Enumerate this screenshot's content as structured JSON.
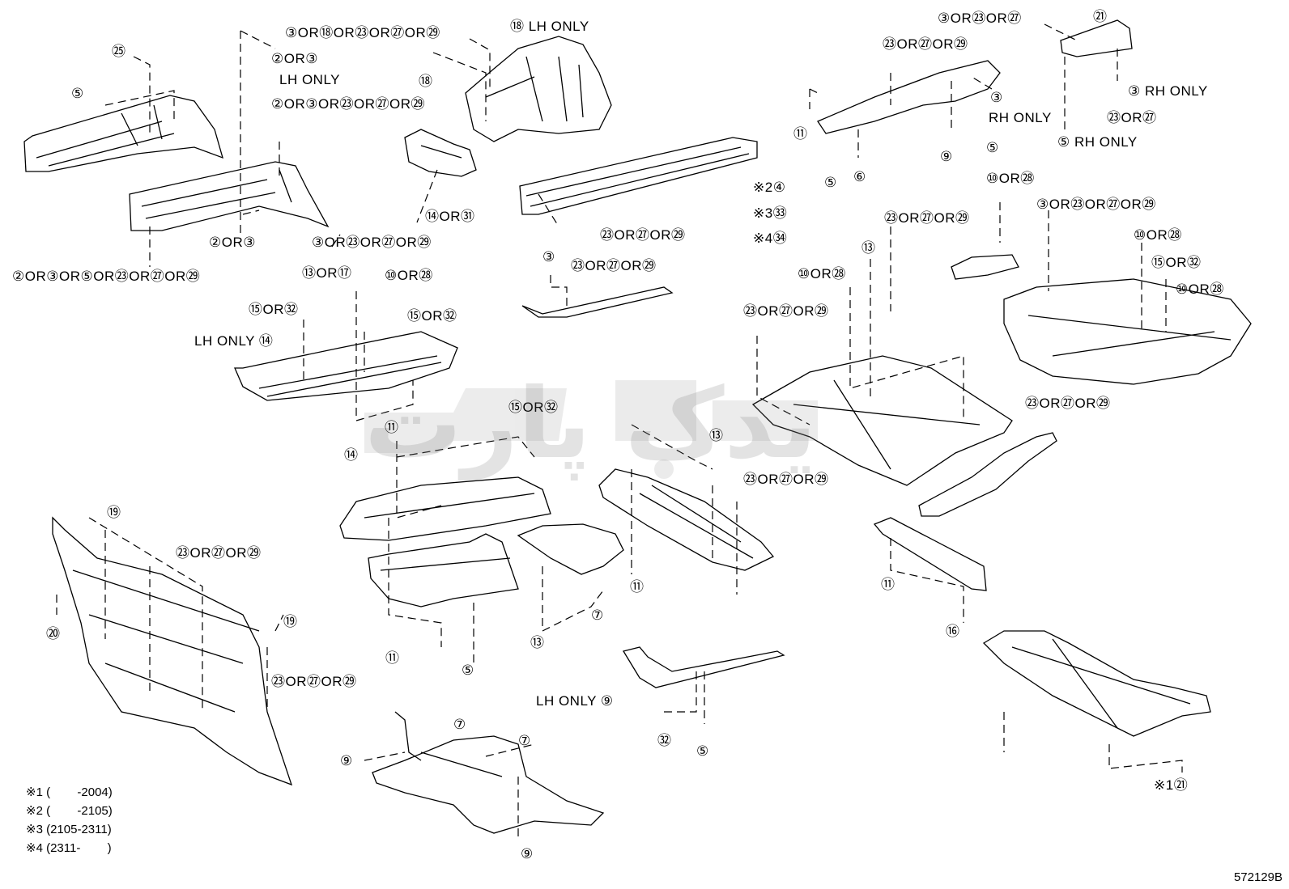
{
  "diagram_code": "572129B",
  "watermark_text": "یدک پارت",
  "notes": [
    "※1 (        -2004)",
    "※2 (        -2105)",
    "※3 (2105-2311)",
    "※4 (2311-        )"
  ],
  "callouts": [
    {
      "id": "c01",
      "text": "③OR⑱OR㉓OR㉗OR㉙"
    },
    {
      "id": "c02",
      "text": "②OR③"
    },
    {
      "id": "c03",
      "text": "LH ONLY"
    },
    {
      "id": "c04",
      "text": "⑱ LH ONLY"
    },
    {
      "id": "c05",
      "text": "⑱"
    },
    {
      "id": "c06",
      "text": "㉕"
    },
    {
      "id": "c07",
      "text": "⑤"
    },
    {
      "id": "c08",
      "text": "②OR③OR㉓OR㉗OR㉙"
    },
    {
      "id": "c09",
      "text": "⑭OR㉛"
    },
    {
      "id": "c10",
      "text": "②OR③"
    },
    {
      "id": "c11",
      "text": "③OR㉓OR㉗OR㉙"
    },
    {
      "id": "c12",
      "text": "②OR③OR⑤OR㉓OR㉗OR㉙"
    },
    {
      "id": "c13",
      "text": "⑬OR⑰"
    },
    {
      "id": "c14",
      "text": "⑩OR㉘"
    },
    {
      "id": "c15",
      "text": "⑮OR㉜"
    },
    {
      "id": "c16",
      "text": "LH ONLY ⑭"
    },
    {
      "id": "c17",
      "text": "⑮OR㉜"
    },
    {
      "id": "c18",
      "text": "⑭"
    },
    {
      "id": "c19",
      "text": "③OR㉓OR㉗"
    },
    {
      "id": "c20",
      "text": "㉑"
    },
    {
      "id": "c21",
      "text": "㉓OR㉗OR㉙"
    },
    {
      "id": "c22",
      "text": "③"
    },
    {
      "id": "c23",
      "text": "RH ONLY"
    },
    {
      "id": "c24",
      "text": "③ RH ONLY"
    },
    {
      "id": "c25",
      "text": "㉓OR㉗"
    },
    {
      "id": "c26",
      "text": "⑤ RH ONLY"
    },
    {
      "id": "c27",
      "text": "⑪"
    },
    {
      "id": "c28",
      "text": "⑨"
    },
    {
      "id": "c29",
      "text": "⑤"
    },
    {
      "id": "c30",
      "text": "⑤"
    },
    {
      "id": "c31",
      "text": "⑥"
    },
    {
      "id": "c32",
      "text": "※2④"
    },
    {
      "id": "c33",
      "text": "※3㉝"
    },
    {
      "id": "c34",
      "text": "※4㉞"
    },
    {
      "id": "c35",
      "text": "㉓OR㉗OR㉙"
    },
    {
      "id": "c36",
      "text": "③"
    },
    {
      "id": "c37",
      "text": "㉓OR㉗OR㉙"
    },
    {
      "id": "c38",
      "text": "⑩OR㉘"
    },
    {
      "id": "c39",
      "text": "③OR㉓OR㉗OR㉙"
    },
    {
      "id": "c40",
      "text": "㉓OR㉗OR㉙"
    },
    {
      "id": "c41",
      "text": "⑬"
    },
    {
      "id": "c42",
      "text": "⑩OR㉘"
    },
    {
      "id": "c43",
      "text": "⑩OR㉘"
    },
    {
      "id": "c44",
      "text": "⑮OR㉜"
    },
    {
      "id": "c45",
      "text": "⑩OR㉘"
    },
    {
      "id": "c46",
      "text": "㉓OR㉗OR㉙"
    },
    {
      "id": "c47",
      "text": "㉓OR㉗OR㉙"
    },
    {
      "id": "c48",
      "text": "⑮OR㉜"
    },
    {
      "id": "c49",
      "text": "⑪"
    },
    {
      "id": "c50",
      "text": "⑬"
    },
    {
      "id": "c51",
      "text": "㉓OR㉗OR㉙"
    },
    {
      "id": "c52",
      "text": "⑲"
    },
    {
      "id": "c53",
      "text": "㉓OR㉗OR㉙"
    },
    {
      "id": "c54",
      "text": "⑳"
    },
    {
      "id": "c55",
      "text": "⑲"
    },
    {
      "id": "c56",
      "text": "㉓OR㉗OR㉙"
    },
    {
      "id": "c57",
      "text": "⑦"
    },
    {
      "id": "c58",
      "text": "⑬"
    },
    {
      "id": "c59",
      "text": "⑪"
    },
    {
      "id": "c60",
      "text": "⑤"
    },
    {
      "id": "c61",
      "text": "⑪"
    },
    {
      "id": "c62",
      "text": "⑪"
    },
    {
      "id": "c63",
      "text": "⑯"
    },
    {
      "id": "c64",
      "text": "LH ONLY ⑨"
    },
    {
      "id": "c65",
      "text": "㉜"
    },
    {
      "id": "c66",
      "text": "⑤"
    },
    {
      "id": "c67",
      "text": "⑦"
    },
    {
      "id": "c68",
      "text": "⑦"
    },
    {
      "id": "c69",
      "text": "⑨"
    },
    {
      "id": "c70",
      "text": "⑨"
    },
    {
      "id": "c71",
      "text": "※1㉑"
    }
  ]
}
